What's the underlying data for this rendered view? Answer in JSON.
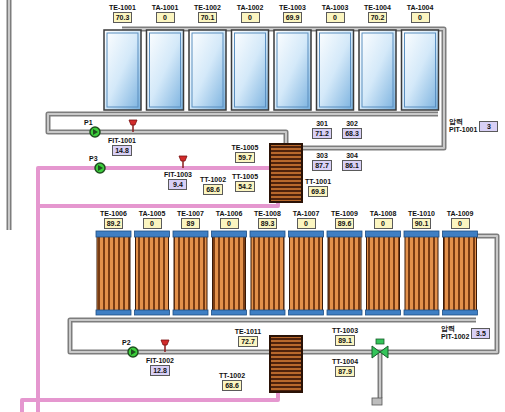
{
  "diagram": {
    "nodes": [
      {
        "text": [
          "TE-1001",
          "70.3"
        ]
      },
      {
        "text": [
          "TA-1001",
          "0"
        ]
      },
      {
        "text": [
          "TE-1002",
          "70.1"
        ]
      },
      {
        "text": [
          "TA-1002",
          "0"
        ]
      },
      {
        "text": [
          "TE-1003",
          "69.9"
        ]
      },
      {
        "text": [
          "TA-1003",
          "0"
        ]
      },
      {
        "text": [
          "TE-1004",
          "70.2"
        ]
      },
      {
        "text": [
          "TA-1004",
          "0"
        ]
      },
      {
        "text": [
          "FIT-1001",
          "14.8"
        ]
      },
      {
        "text": [
          "TE-1005",
          "59.7"
        ]
      },
      {
        "text": [
          "TT-1005",
          "54.2"
        ]
      },
      {
        "text": [
          "FIT-1003",
          "9.4"
        ]
      },
      {
        "text": [
          "301",
          "71.2"
        ]
      },
      {
        "text": [
          "302",
          "68.3"
        ]
      },
      {
        "text": [
          "303",
          "87.7"
        ]
      },
      {
        "text": [
          "304",
          "86.1"
        ]
      },
      {
        "text": [
          "압력",
          "PIT-1001",
          "3"
        ]
      },
      {
        "text": [
          "TT-1002",
          "68.6"
        ]
      },
      {
        "text": [
          "TT-1001",
          "69.8"
        ]
      },
      {
        "text": [
          "TE-1006",
          "89.2"
        ]
      },
      {
        "text": [
          "TA-1005",
          "0"
        ]
      },
      {
        "text": [
          "TE-1007",
          "89"
        ]
      },
      {
        "text": [
          "TA-1006",
          "0"
        ]
      },
      {
        "text": [
          "TE-1008",
          "89.3"
        ]
      },
      {
        "text": [
          "TA-1007",
          "0"
        ]
      },
      {
        "text": [
          "TE-1009",
          "89.6"
        ]
      },
      {
        "text": [
          "TA-1008",
          "0"
        ]
      },
      {
        "text": [
          "TE-1010",
          "90.1"
        ]
      },
      {
        "text": [
          "TA-1009",
          "0"
        ]
      },
      {
        "text": [
          "압력",
          "PIT-1002",
          "3.5"
        ]
      },
      {
        "text": [
          "FIT-1002",
          "12.8"
        ]
      },
      {
        "text": [
          "TE-1011",
          "72.7"
        ]
      },
      {
        "text": [
          "TT-1002",
          "68.6"
        ]
      },
      {
        "text": [
          "TT-1003",
          "89.1"
        ]
      },
      {
        "text": [
          "TT-1004",
          "87.9"
        ]
      }
    ],
    "labels": [
      "P1",
      "P3",
      "P2"
    ]
  }
}
